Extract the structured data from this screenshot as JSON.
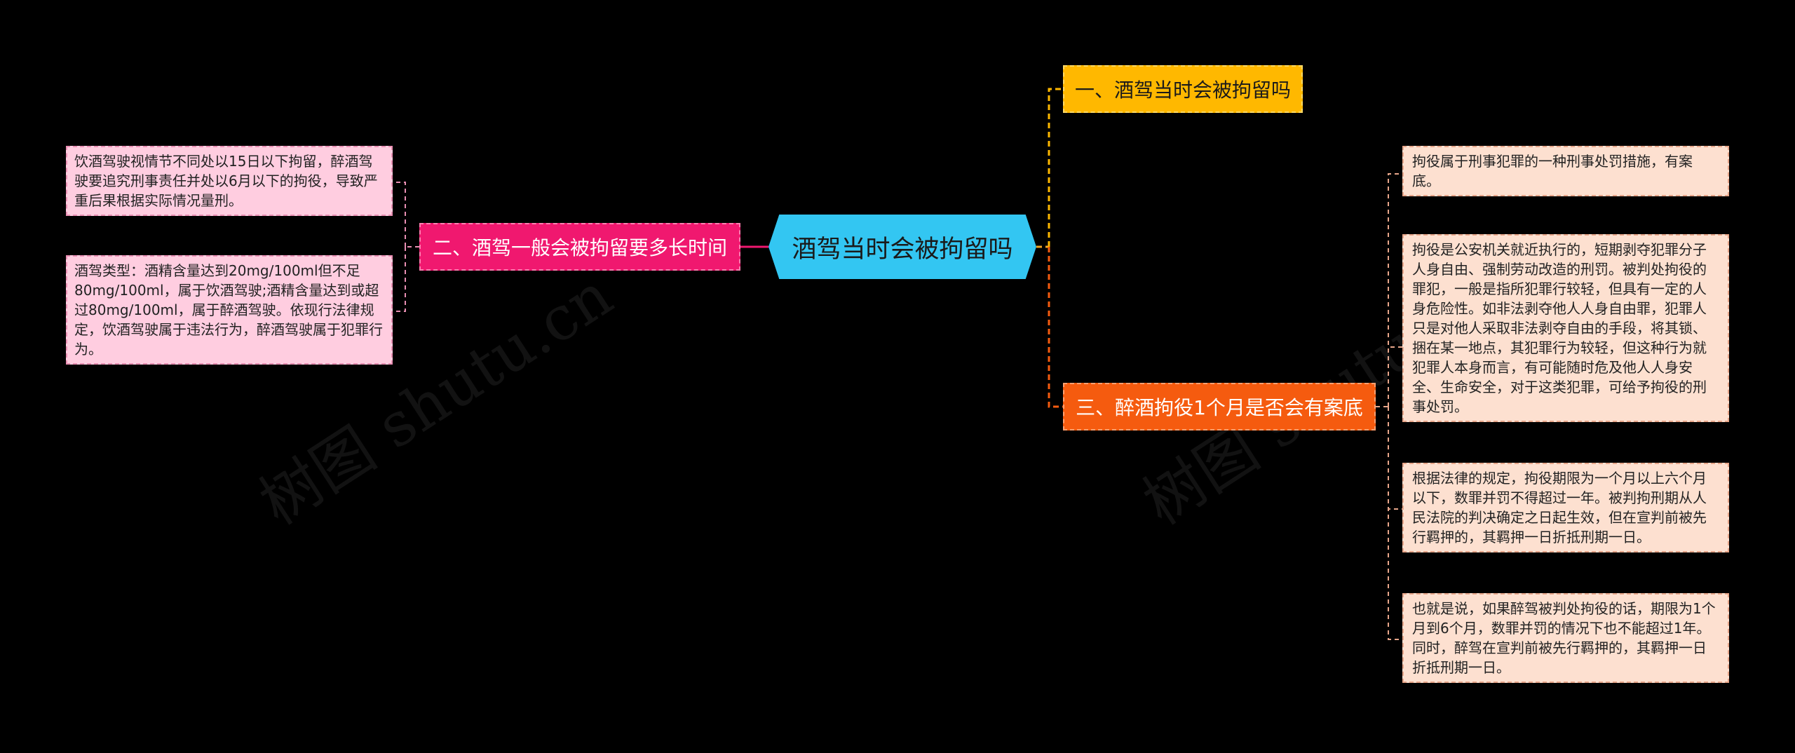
{
  "central": "酒驾当时会被拘留吗",
  "branch1": {
    "label": "一、酒驾当时会被拘留吗",
    "color": "#ffb800"
  },
  "branch2": {
    "label": "二、酒驾一般会被拘留要多长时间",
    "color": "#f0186f",
    "leaves": [
      "饮酒驾驶视情节不同处以15日以下拘留，醉酒驾驶要追究刑事责任并处以6月以下的拘役，导致严重后果根据实际情况量刑。",
      "酒驾类型：酒精含量达到20mg/100ml但不足80mg/100ml，属于饮酒驾驶;酒精含量达到或超过80mg/100ml，属于醉酒驾驶。依现行法律规定，饮酒驾驶属于违法行为，醉酒驾驶属于犯罪行为。"
    ]
  },
  "branch3": {
    "label": "三、醉酒拘役1个月是否会有案底",
    "color": "#f55b0f",
    "leaves": [
      "拘役属于刑事犯罪的一种刑事处罚措施，有案底。",
      "拘役是公安机关就近执行的，短期剥夺犯罪分子人身自由、强制劳动改造的刑罚。被判处拘役的罪犯，一般是指所犯罪行较轻，但具有一定的人身危险性。如非法剥夺他人人身自由罪，犯罪人只是对他人采取非法剥夺自由的手段，将其锁、捆在某一地点，其犯罪行为较轻，但这种行为就犯罪人本身而言，有可能随时危及他人人身安全、生命安全，对于这类犯罪，可给予拘役的刑事处罚。",
      "根据法律的规定，拘役期限为一个月以上六个月以下，数罪并罚不得超过一年。被判拘刑期从人民法院的判决确定之日起生效，但在宣判前被先行羁押的，其羁押一日折抵刑期一日。",
      "也就是说，如果醉驾被判处拘役的话，期限为1个月到6个月，数罪并罚的情况下也不能超过1年。同时，醉驾在宣判前被先行羁押的，其羁押一日折抵刑期一日。"
    ]
  },
  "watermark": [
    "树图 shutu.cn",
    "树图 shutu.cn"
  ]
}
